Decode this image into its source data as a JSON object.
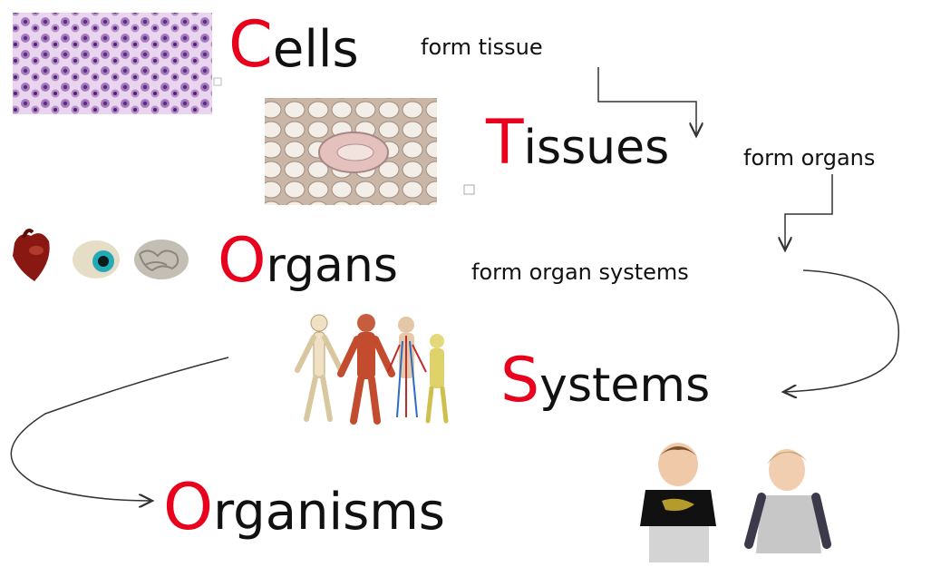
{
  "steps": [
    {
      "cap": "C",
      "rest": "ells",
      "phrase": "form tissue"
    },
    {
      "cap": "T",
      "rest": "issues",
      "phrase": "form organs"
    },
    {
      "cap": "O",
      "rest": "rgans",
      "phrase": "form organ systems"
    },
    {
      "cap": "S",
      "rest": "ystems"
    },
    {
      "cap": "O",
      "rest": "rganisms"
    }
  ],
  "colors": {
    "accent": "#e8001c",
    "text": "#111111",
    "arrow": "#333333"
  }
}
